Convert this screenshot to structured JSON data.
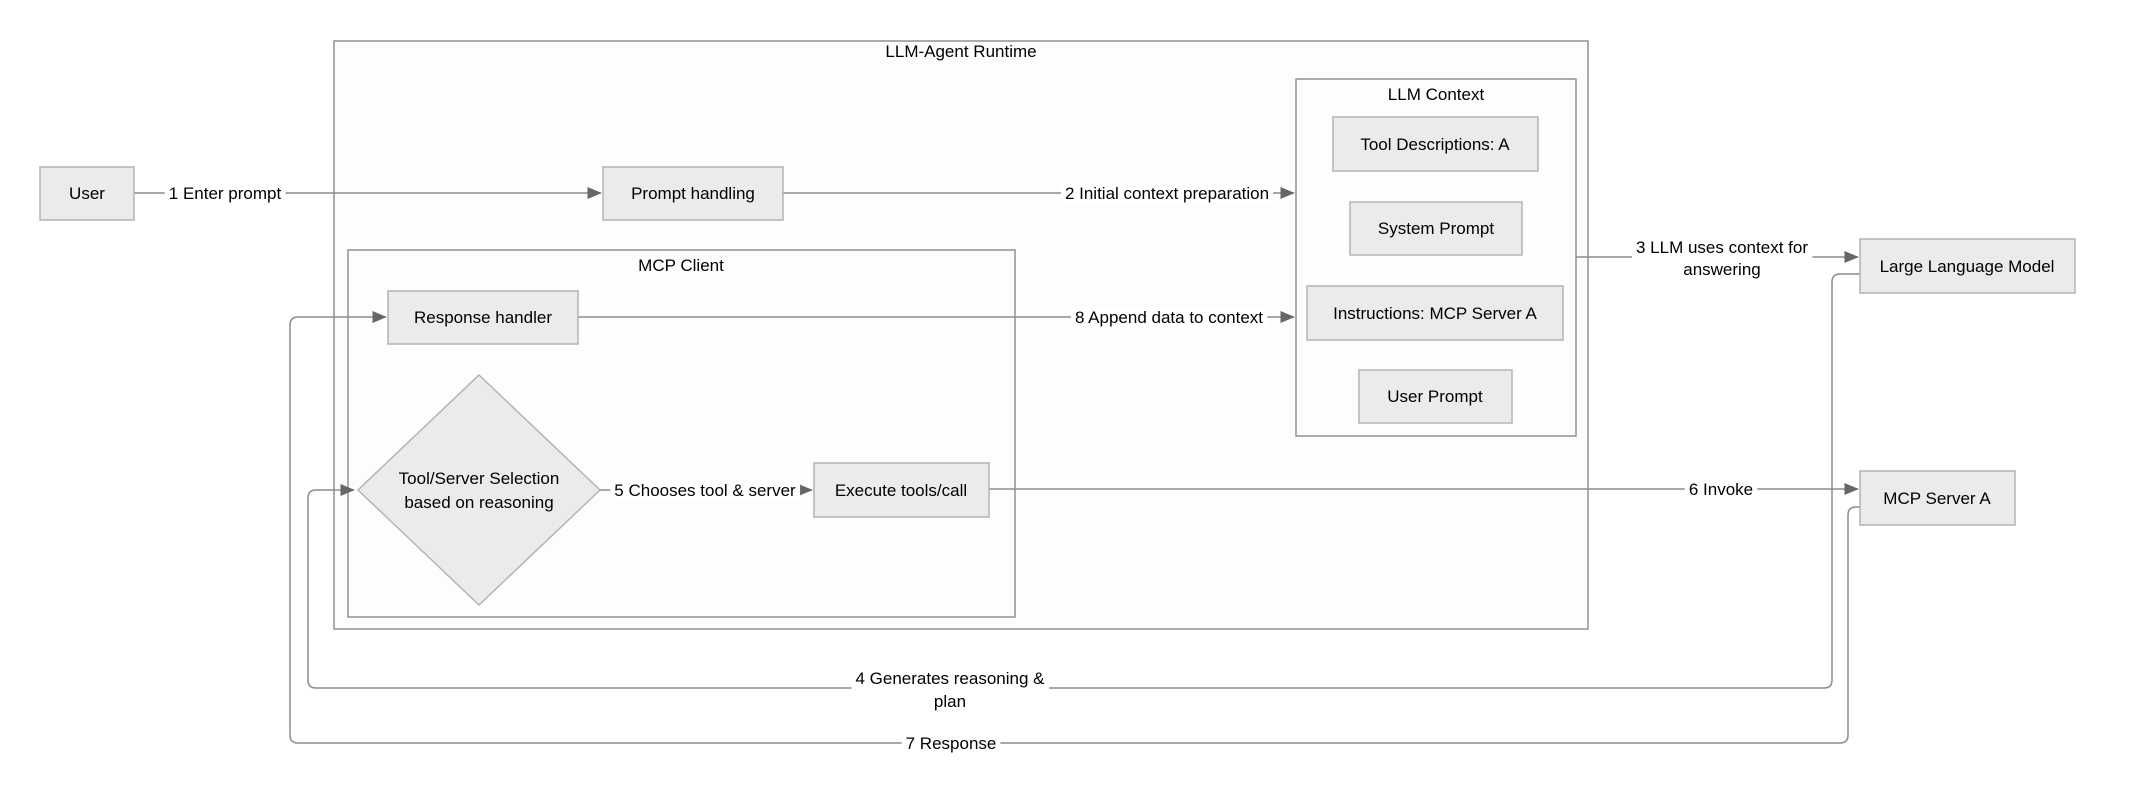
{
  "colors": {
    "background": "#ffffff",
    "node_fill": "#ebebeb",
    "node_border": "#b3b3b3",
    "container_border": "#919191",
    "edge_line": "#8c8c8c",
    "arrowhead": "#666666",
    "text": "#000000"
  },
  "containers": {
    "runtime": {
      "title": "LLM-Agent Runtime"
    },
    "mcp_client": {
      "title": "MCP Client"
    },
    "llm_context": {
      "title": "LLM Context"
    }
  },
  "nodes": {
    "user": {
      "label": "User"
    },
    "prompt_handling": {
      "label": "Prompt handling"
    },
    "response_handler": {
      "label": "Response handler"
    },
    "selection": {
      "line1": "Tool/Server Selection",
      "line2": "based on reasoning"
    },
    "execute": {
      "label": "Execute tools/call"
    },
    "tool_descriptions": {
      "label": "Tool Descriptions: A"
    },
    "system_prompt": {
      "label": "System Prompt"
    },
    "instructions": {
      "label": "Instructions: MCP Server A"
    },
    "user_prompt": {
      "label": "User Prompt"
    },
    "llm": {
      "label": "Large Language Model"
    },
    "mcp_server": {
      "label": "MCP Server A"
    }
  },
  "edges": {
    "e1": {
      "label": "1 Enter prompt"
    },
    "e2": {
      "label": "2 Initial context preparation"
    },
    "e3": {
      "line1": "3 LLM uses context for",
      "line2": "answering"
    },
    "e4": {
      "line1": "4 Generates reasoning &",
      "line2": "plan"
    },
    "e5": {
      "label": "5 Chooses tool & server"
    },
    "e6": {
      "label": "6 Invoke"
    },
    "e7": {
      "label": "7 Response"
    },
    "e8": {
      "label": "8 Append data to context"
    }
  }
}
